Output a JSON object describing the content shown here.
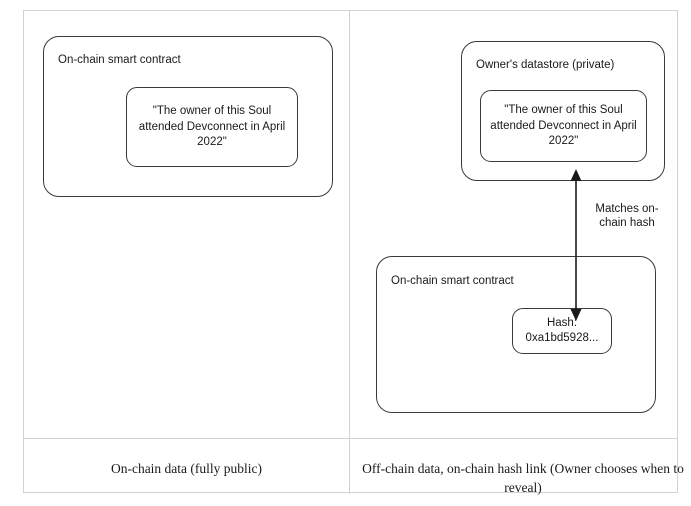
{
  "diagram": {
    "left_panel": {
      "container": {
        "title": "On-chain smart contract",
        "inner_claim": "\"The owner of this Soul attended Devconnect in April 2022\""
      },
      "caption": "On-chain data (fully public)"
    },
    "right_panel": {
      "datastore": {
        "title": "Owner's datastore (private)",
        "inner_claim": "\"The owner of this Soul attended Devconnect in April 2022\""
      },
      "contract": {
        "title": "On-chain smart contract",
        "inner_hash_label": "Hash:",
        "inner_hash_value": "0xa1bd5928..."
      },
      "arrow_label": "Matches on-chain hash",
      "caption": "Off-chain data, on-chain hash link (Owner chooses when to reveal)"
    }
  },
  "colors": {
    "box_stroke": "#3a3a3a",
    "table_border": "#d2d2d2",
    "text": "#1a1a1a",
    "background": "#ffffff"
  }
}
